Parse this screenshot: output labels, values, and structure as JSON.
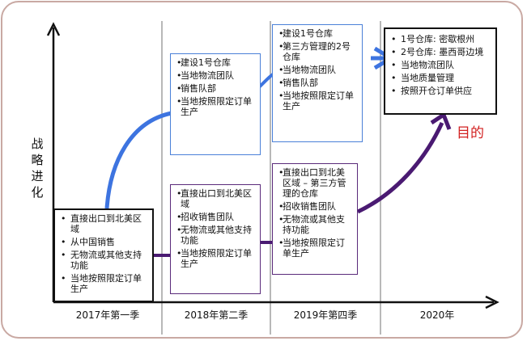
{
  "y_axis_label": "战略进化",
  "goal_label": "目的",
  "periods": [
    "2017年第一季",
    "2018年第二季",
    "2019年第四季",
    "2020年"
  ],
  "colors": {
    "upper_path": "#3d74e0",
    "lower_path": "#4a1a72",
    "goal_arrow": "#4a1a72",
    "goal_text": "#d22020"
  },
  "boxes": {
    "q2017": [
      "直接出口到北美区域",
      "从中国销售",
      "无物流或其他支持功能",
      "当地按照限定订单生产"
    ],
    "q2018_upper": [
      "建设1号仓库",
      "当地物流团队",
      "销售队部",
      "当地按照限定订单生产"
    ],
    "q2018_lower": [
      "直接出口到北美区域",
      "招收销售团队",
      "无物流或其他支持功能",
      "当地按照限定订单生产"
    ],
    "q2019_upper": [
      "建设1号仓库",
      "第三方管理的2号仓库",
      "当地物流团队",
      "销售队部",
      "当地按照限定订单生产"
    ],
    "q2019_lower": [
      "直接出口到北美区域 – 第三方管理的仓库",
      "招收销售团队",
      "无物流或其他支持功能",
      "当地按照限定订单生产"
    ],
    "q2020": [
      "1号仓库: 密歇根州",
      "2号仓库: 墨西哥边境",
      "当地物流团队",
      "当地质量管理",
      "按照开仓订单供应"
    ]
  }
}
